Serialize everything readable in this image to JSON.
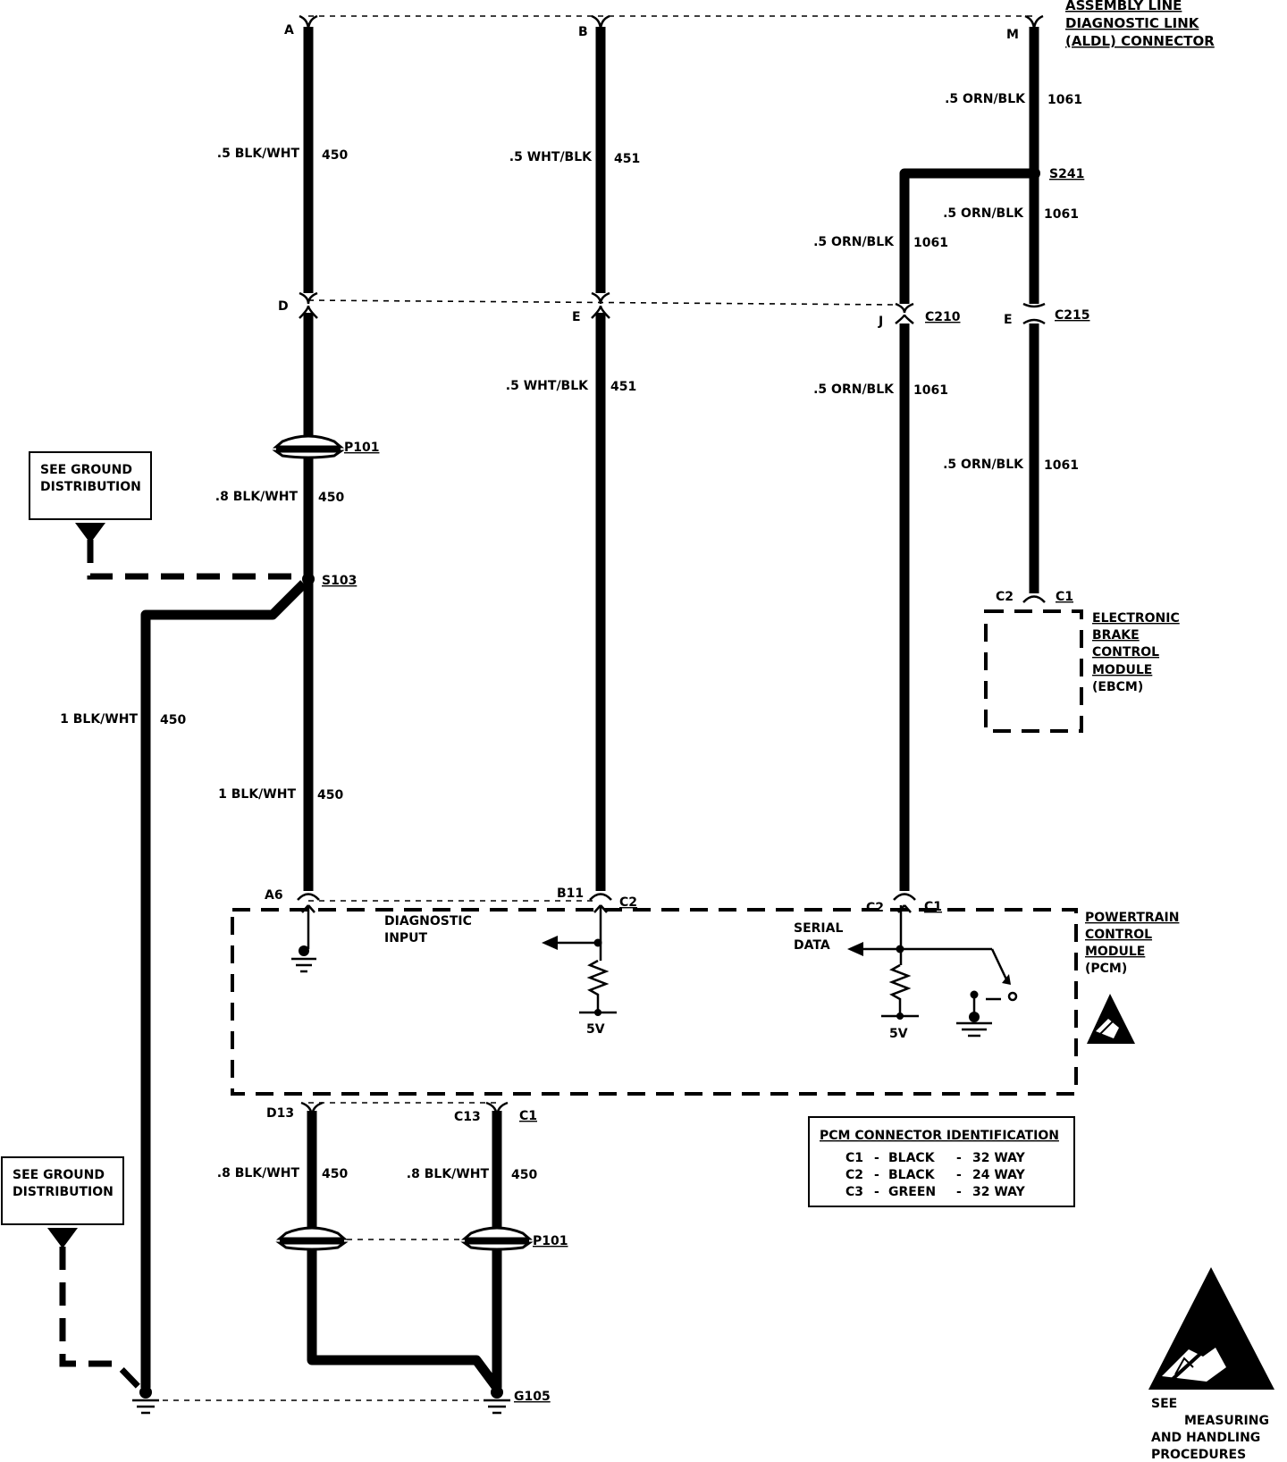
{
  "diagram": {
    "aldl": {
      "lines": [
        "ASSEMBLY LINE",
        "DIAGNOSTIC LINK",
        "(ALDL) CONNECTOR"
      ]
    },
    "pins": {
      "a": "A",
      "b": "B",
      "m": "M",
      "d": "D",
      "e1": "E",
      "j": "J",
      "e2": "E",
      "a6": "A6",
      "b11": "B11",
      "d13": "D13",
      "c13": "C13"
    },
    "connectors": {
      "c210": "C210",
      "c215": "C215",
      "p101_top": "P101",
      "p101_bottom": "P101",
      "c2_pcm_b": "C2",
      "c2_pcm_ser": "C2",
      "c1_pcm_ser": "C1",
      "c1_pcm_bot": "C1",
      "c2_ebcm": "C2",
      "c1_ebcm": "C1"
    },
    "splices": {
      "s103": "S103",
      "s241": "S241",
      "g105": "G105"
    },
    "wires": {
      "w_a_top": {
        "gauge": ".5 BLK/WHT",
        "circuit": "450"
      },
      "w_b_top": {
        "gauge": ".5 WHT/BLK",
        "circuit": "451"
      },
      "w_m_top": {
        "gauge": ".5 ORN/BLK",
        "circuit": "1061"
      },
      "w_m_mid": {
        "gauge": ".5 ORN/BLK",
        "circuit": "1061"
      },
      "w_j_top": {
        "gauge": ".5 ORN/BLK",
        "circuit": "1061"
      },
      "w_e_mid": {
        "gauge": ".5 WHT/BLK",
        "circuit": "451"
      },
      "w_j_mid": {
        "gauge": ".5 ORN/BLK",
        "circuit": "1061"
      },
      "w_m_low": {
        "gauge": ".5 ORN/BLK",
        "circuit": "1061"
      },
      "w_p101": {
        "gauge": ".8 BLK/WHT",
        "circuit": "450"
      },
      "w_left": {
        "gauge": "1 BLK/WHT",
        "circuit": "450"
      },
      "w_a6": {
        "gauge": "1 BLK/WHT",
        "circuit": "450"
      },
      "w_d13": {
        "gauge": ".8 BLK/WHT",
        "circuit": "450"
      },
      "w_c13": {
        "gauge": ".8 BLK/WHT",
        "circuit": "450"
      }
    },
    "ground_box_1": {
      "lines": [
        "SEE GROUND",
        "DISTRIBUTION"
      ]
    },
    "ground_box_2": {
      "lines": [
        "SEE GROUND",
        "DISTRIBUTION"
      ]
    },
    "ebcm": {
      "lines": [
        "ELECTRONIC",
        "BRAKE",
        "CONTROL",
        "MODULE",
        "(EBCM)"
      ]
    },
    "pcm": {
      "lines": [
        "POWERTRAIN",
        "CONTROL",
        "MODULE",
        "(PCM)"
      ]
    },
    "diag_input": {
      "lines": [
        "DIAGNOSTIC",
        "INPUT"
      ]
    },
    "serial_data": {
      "lines": [
        "SERIAL",
        "DATA"
      ]
    },
    "volt1": "5V",
    "volt2": "5V",
    "pcm_conn_id": {
      "title": "PCM CONNECTOR IDENTIFICATION",
      "rows": [
        {
          "conn": "C1",
          "dash1": "-",
          "color": "BLACK",
          "dash2": "-",
          "ways": "32 WAY"
        },
        {
          "conn": "C2",
          "dash1": "-",
          "color": "BLACK",
          "dash2": "-",
          "ways": "24 WAY"
        },
        {
          "conn": "C3",
          "dash1": "-",
          "color": "GREEN",
          "dash2": "-",
          "ways": "32 WAY"
        }
      ]
    },
    "esd": {
      "lines": [
        "SEE",
        "MEASURING",
        "AND HANDLING",
        "PROCEDURES"
      ]
    }
  }
}
